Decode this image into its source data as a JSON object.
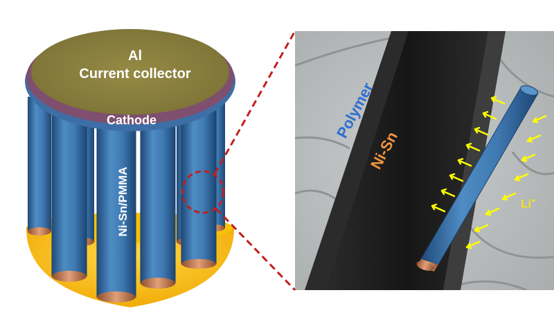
{
  "labels": {
    "al": "Al",
    "current_collector": "Current collector",
    "cathode": "Cathode",
    "nisn_pmma": "Ni-Sn/PMMA",
    "polymer": "Polymer",
    "nisn": "Ni-Sn",
    "li": "Li",
    "li_charge": "+"
  },
  "colors": {
    "current_collector": "#8a7f3c",
    "cathode_rim": "#7e4f6e",
    "nanowire_blue": "#3c79b2",
    "copper_tip": "#c07850",
    "gold_base": "#f5b800",
    "zoom_dashes": "#c0201e",
    "arrow_yellow": "#ffff00",
    "polymer_text": "#2f6fd0",
    "nisn_text": "#f09440",
    "li_text": "#f2e61a"
  }
}
